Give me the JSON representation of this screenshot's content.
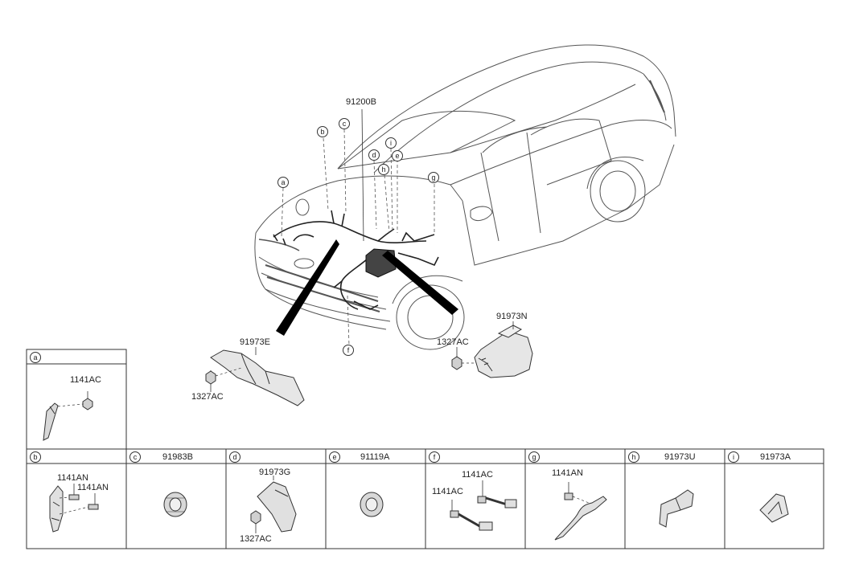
{
  "main": {
    "harness_code": "91200B",
    "callouts": [
      "a",
      "b",
      "c",
      "d",
      "e",
      "f",
      "g",
      "h",
      "i"
    ],
    "bracket_left_code": "91973E",
    "bracket_left_nut": "1327AC",
    "bracket_right_code": "91973N",
    "bracket_right_nut": "1327AC"
  },
  "panels": [
    {
      "letter": "a",
      "code": "",
      "labels": [
        "1141AC"
      ]
    },
    {
      "letter": "b",
      "code": "",
      "labels": [
        "1141AN",
        "1141AN"
      ]
    },
    {
      "letter": "c",
      "code": "91983B",
      "labels": []
    },
    {
      "letter": "d",
      "code": "",
      "labels": [
        "91973G",
        "1327AC"
      ]
    },
    {
      "letter": "e",
      "code": "91119A",
      "labels": []
    },
    {
      "letter": "f",
      "code": "",
      "labels": [
        "1141AC",
        "1141AC"
      ]
    },
    {
      "letter": "g",
      "code": "",
      "labels": [
        "1141AN"
      ]
    },
    {
      "letter": "h",
      "code": "91973U",
      "labels": []
    },
    {
      "letter": "i",
      "code": "91973A",
      "labels": []
    }
  ],
  "colors": {
    "line": "#333333",
    "fill": "#e6e6e6",
    "pointer": "#000000"
  }
}
